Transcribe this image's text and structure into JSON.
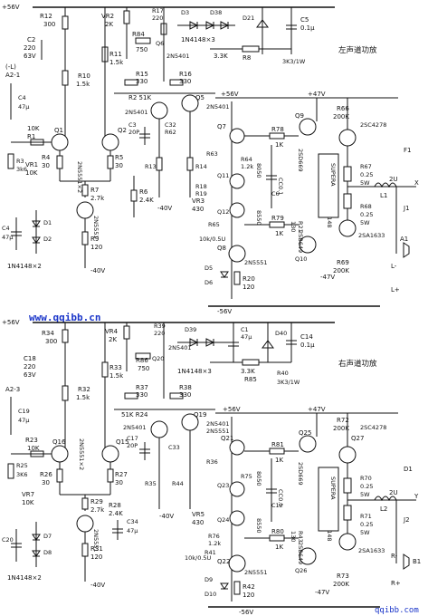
{
  "title_left": "左声道功放",
  "title_right": "右声道功放",
  "website": "www.qqibb.cn",
  "watermark": "qqibb.com",
  "colors": {
    "line": "#111111",
    "website": "#1a35c9"
  },
  "supplies": [
    "+56V",
    "-40V",
    "+47V",
    "-47V",
    "-56V"
  ],
  "top": {
    "rails": {
      "p56_a": "+56V",
      "p56_b": "+56V",
      "p47": "+47V",
      "m40_a": "-40V",
      "m40_b": "-40V",
      "m47": "-47V",
      "m56": "-56V"
    },
    "in": {
      "name": "(-L)",
      "port": "A2-1"
    },
    "labels": {
      "r12": "R12",
      "r12v": "300",
      "vr2": "VR2",
      "vr2v": "2K",
      "r17": "R17",
      "r17v": "220",
      "d3": "D3",
      "d38": "D38",
      "d21": "D21",
      "c5": "C5",
      "c5v": "0.1μ",
      "r84": "R84",
      "r84v": "750",
      "d38arr": "1N4148×3",
      "q6": "Q6",
      "c2": "C2",
      "c2v1": "220",
      "c2v2": "63V",
      "r11": "R11",
      "r11v": "1.5k",
      "q6t": "2N5401",
      "r8": "R8",
      "r8v": "3.3K",
      "r8p": "3K3/1W",
      "r10": "R10",
      "r10v": "1.5k",
      "c4": "C4",
      "c4v": "47μ",
      "r15": "R15",
      "r15v": "330",
      "r16": "R16",
      "r16v": "330",
      "r1": "R1",
      "r1v": "10K",
      "r2": "R2 51K",
      "q5": "Q5",
      "q5t": "2N5401",
      "q3": "2N5401",
      "r66": "R66",
      "r66v": "200K",
      "q7": "Q7",
      "q9": "Q9",
      "q13": "2SC4278",
      "q1": "Q1",
      "q2": "Q2",
      "q1t": "2N5551×2",
      "c3": "C3",
      "c3v": "20P",
      "c32": "C32",
      "c32v": "R62",
      "r4": "R4",
      "r4v": "30",
      "r5": "R5",
      "r5v": "30",
      "r78": "R78",
      "r78v": "1K",
      "r13": "R13",
      "r14": "R14",
      "r7": "R7",
      "r7v": "2.7k",
      "r6": "R6",
      "r6v": "2.4K",
      "r63": "R63",
      "r64": "R64",
      "r64v": "1.2k",
      "q11": "Q11",
      "q12": "Q12",
      "vr1": "VR1",
      "vr1v": "10K",
      "r3": "R3",
      "r3v": "3k6",
      "r9": "R9",
      "r9v": "120",
      "c4b": "C4",
      "c4bv": "47μ",
      "d1": "D1",
      "d2": "D2",
      "q4": "2N5551",
      "r18": "R18",
      "r19": "R19",
      "vr3": "VR3",
      "vr3v": "430",
      "r65": "R65",
      "r79": "R79",
      "r79v": "1K",
      "r21": "R21",
      "r21v": "130",
      "sup": "SUPERA",
      "r67": "R67",
      "r67v": "0.25",
      "r67w": "5W",
      "r68": "R68",
      "r68v": "0.25",
      "r68w": "5W",
      "f1": "F1",
      "l1": "L1",
      "l1v": "2U",
      "x": "X",
      "j1": "J1",
      "a1": "A1",
      "lm": "L-",
      "lp": "L+",
      "q14": "2SA1633",
      "q10": "Q10",
      "q10t": "2SB649",
      "q8": "Q8",
      "q8t": "2N5551",
      "d5": "D5",
      "d6": "D6",
      "r20": "R20",
      "r20v": "120",
      "r69": "R69",
      "r69v": "200K",
      "r41": "10k/0.5U",
      "d1n": "1N4148×2",
      "q14b": "2SD669",
      "q12b": "8050",
      "q11b": "8550",
      "c6": "C6",
      "c6v": "CC0.1",
      "d14": "1N4148"
    }
  },
  "bottom": {
    "rails": {
      "p56_a": "+56V",
      "p56_b": "+56V",
      "p47": "+47V",
      "m40_a": "-40V",
      "m40_b": "-40V",
      "m47": "-47V",
      "m56": "-56V"
    },
    "in": {
      "name": "A2-3",
      "port": ""
    },
    "labels": {
      "r34": "R34",
      "r34v": "300",
      "vr4": "VR4",
      "vr4v": "2K",
      "r39": "R39",
      "r39v": "220",
      "d39": "D39",
      "d40": "D40",
      "c1": "C1",
      "c1v": "47μ",
      "c14": "C14",
      "c14v": "0.1μ",
      "r86": "R86",
      "r86v": "750",
      "q20": "Q20",
      "q20t": "2N5401",
      "d39arr": "1N4148×3",
      "c18": "C18",
      "c18v1": "220",
      "c18v2": "63V",
      "r33": "R33",
      "r33v": "1.5k",
      "r85": "R85",
      "r85v": "3.3K",
      "r40": "R40",
      "r40p": "3K3/1W",
      "r32": "R32",
      "r32v": "1.5k",
      "c19": "C19",
      "c19v": "47μ",
      "r37": "R37",
      "r37v": "330",
      "r38": "R38",
      "r38v": "330",
      "r24": "51K R24",
      "q19": "Q19",
      "q19t": "2N5401",
      "q17t": "2N5401",
      "q18t": "2N5551",
      "r72": "R72",
      "r72v": "200K",
      "q27": "Q27",
      "q25": "Q25",
      "q25t": "2SC4278",
      "q16": "Q16",
      "q15": "Q15",
      "q16t": "2N5551×2",
      "c17": "C17",
      "c17v": "20P",
      "c33": "C33",
      "r23": "R23",
      "r23v": "10K",
      "r26": "R26",
      "r26v": "30",
      "r27": "R27",
      "r27v": "30",
      "r81": "R81",
      "r81v": "1K",
      "r35": "R35",
      "r44": "R44",
      "r29": "R29",
      "r29v": "2.7k",
      "r28": "R28",
      "r28v": "2.4K",
      "r36": "R36",
      "r75": "R75",
      "q21": "Q21",
      "q23": "Q23",
      "q24": "Q24",
      "vr7": "VR7",
      "vr7v": "10K",
      "r25": "R25",
      "r25v": "3K6",
      "r31": "R31",
      "r31v": "120",
      "c20": "C20",
      "c34": "C34",
      "c34v": "47μ",
      "d7": "D7",
      "d8": "D8",
      "q22": "Q22",
      "q22t": "2N5551",
      "r41": "R41",
      "r41v": "10k/0.5U",
      "vr5": "VR5",
      "vr5v": "430",
      "r76": "R76",
      "r76v": "1.2k",
      "r80": "R80",
      "r80v": "1K",
      "r43": "R43",
      "r43v": "130",
      "sup": "SUPERA",
      "r70": "R70",
      "r70v": "0.25",
      "r70w": "5W",
      "r71": "R71",
      "r71v": "0.25",
      "r71w": "5W",
      "d1": "D1",
      "l2": "L2",
      "l2v": "2U",
      "y": "Y",
      "j2": "J2",
      "b1": "B1",
      "rm": "R-",
      "rp": "R+",
      "q28": "2SA1633",
      "q26": "Q26",
      "q26t": "2SB649",
      "d9": "D9",
      "d10": "D10",
      "r42": "R42",
      "r42v": "120",
      "r73": "R73",
      "r73v": "200K",
      "d9n": "1N4148×2",
      "q27b": "2SD669",
      "q23b": "8050",
      "q24b": "8550",
      "c12": "C12",
      "c12v": "CC0.1",
      "d17": "1N4148"
    }
  }
}
